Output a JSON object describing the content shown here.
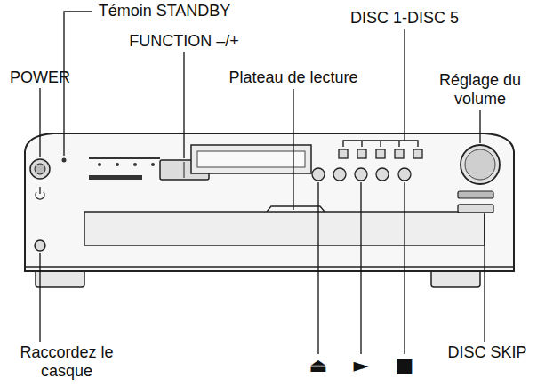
{
  "diagram": {
    "labels": [
      "Témoin STANDBY",
      "DISC 1-DISC 5",
      "FUNCTION –/+",
      "POWER",
      "Plateau de lecture",
      "Réglage du volume",
      "Raccordez le casque",
      "⏏",
      "►",
      "■",
      "DISC SKIP"
    ]
  }
}
